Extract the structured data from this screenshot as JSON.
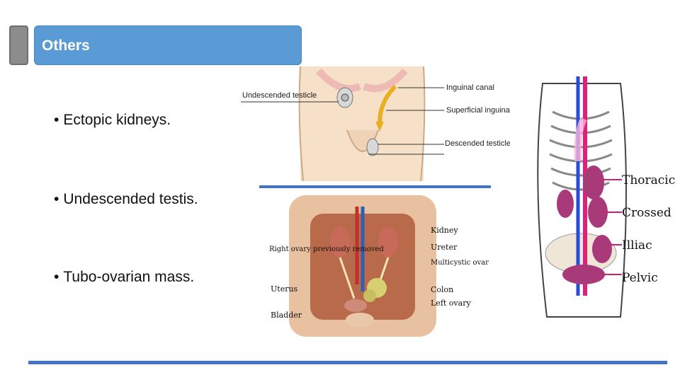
{
  "slide": {
    "title": "Others",
    "bullets": [
      "Ectopic kidneys.",
      "Undescended testis.",
      "Tubo-ovarian mass."
    ]
  },
  "figure_testis": {
    "labels": {
      "undescended": "Undescended testicle",
      "inguinal_canal": "Inguinal canal",
      "superficial_ring": "Superficial inguinal ring",
      "descended": "Descended testicle"
    }
  },
  "figure_ovary": {
    "labels": {
      "kidney": "Kidney",
      "ureter": "Ureter",
      "multicystic": "Multicystic ovarian mass",
      "colon": "Colon",
      "left_ovary": "Left ovary",
      "right_ovary": "Right ovary previously removed",
      "uterus": "Uterus",
      "bladder": "Bladder"
    }
  },
  "figure_kidneys": {
    "labels": {
      "thoracic": "Thoracic",
      "crossed": "Crossed",
      "illiac": "Illiac",
      "pelvic": "Pelvic"
    }
  },
  "colors": {
    "title_bar": "#5b9bd5",
    "accent_tab": "#8c8c8c",
    "rule_line": "#4472c4"
  }
}
